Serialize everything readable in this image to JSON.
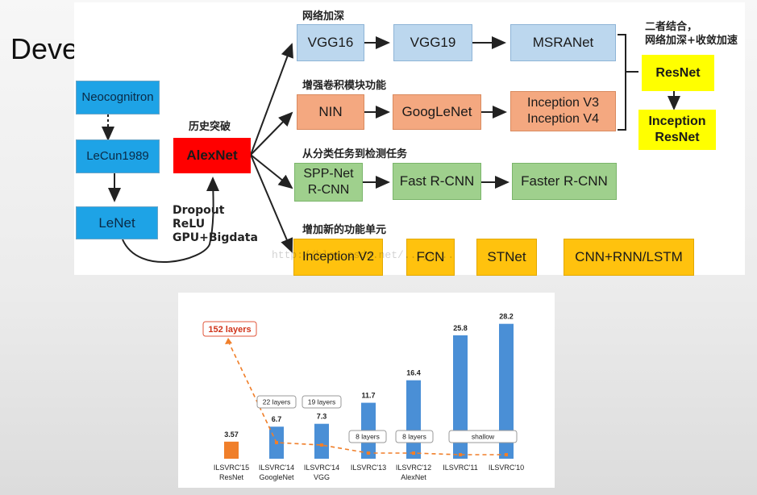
{
  "slide_title": "Development",
  "nodes": {
    "neocognitron": "Neocognitron",
    "lecun1989": "LeCun1989",
    "lenet": "LeNet",
    "alexnet": "AlexNet",
    "vgg16": "VGG16",
    "vgg19": "VGG19",
    "msranet": "MSRANet",
    "nin": "NIN",
    "googlenet": "GoogLeNet",
    "inception_v3_v4": "Inception V3\nInception V4",
    "spp_net": "SPP-Net\nR-CNN",
    "fast_rcnn": "Fast R-CNN",
    "faster_rcnn": "Faster R-CNN",
    "inception_v2": "Inception V2",
    "fcn": "FCN",
    "stnet": "STNet",
    "cnn_rnn_lstm": "CNN+RNN/LSTM",
    "resnet": "ResNet",
    "inception_resnet": "Inception\nResNet"
  },
  "captions": {
    "breakthrough": "历史突破",
    "deeper": "网络加深",
    "conv_module": "增强卷积模块功能",
    "detection": "从分类任务到检测任务",
    "new_units": "增加新的功能单元",
    "combined": "二者结合，\n网络加深+收敛加速"
  },
  "techniques": "Dropout\nReLU\nGPU+Bigdata",
  "watermark": "http://blog.csdn.net/...ya...",
  "chart_data": {
    "type": "bar",
    "categories": [
      "ILSVRC'15\nResNet",
      "ILSVRC'14\nGoogleNet",
      "ILSVRC'14\nVGG",
      "ILSVRC'13",
      "ILSVRC'12\nAlexNet",
      "ILSVRC'11",
      "ILSVRC'10"
    ],
    "values": [
      3.57,
      6.7,
      7.3,
      11.7,
      16.4,
      25.8,
      28.2
    ],
    "value_labels": [
      "3.57",
      "6.7",
      "7.3",
      "11.7",
      "16.4",
      "25.8",
      "28.2"
    ],
    "bar_colors": [
      "#f07f2a",
      "#4a8fd6",
      "#4a8fd6",
      "#4a8fd6",
      "#4a8fd6",
      "#4a8fd6",
      "#4a8fd6"
    ],
    "ylim": [
      0,
      30
    ],
    "layer_labels": [
      {
        "text": "152 layers",
        "at": 0
      },
      {
        "text": "22 layers",
        "at": 1
      },
      {
        "text": "19 layers",
        "at": 2
      },
      {
        "text": "8 layers",
        "at": 3
      },
      {
        "text": "8 layers",
        "at": 4
      },
      {
        "text": "shallow",
        "at": 5.5
      }
    ]
  }
}
